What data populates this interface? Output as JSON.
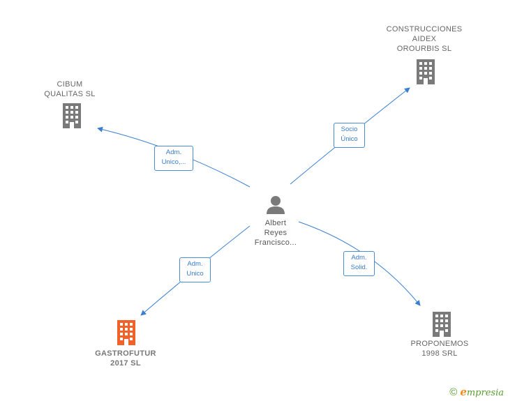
{
  "center": {
    "name": "Albert\nReyes\nFrancisco..."
  },
  "companies": [
    {
      "id": "cibum",
      "name": "CIBUM\nQUALITAS SL"
    },
    {
      "id": "construcciones",
      "name": "CONSTRUCCIONES\nAIDEX\nOROURBIS SL"
    },
    {
      "id": "gastrofutur",
      "name": "GASTROFUTUR\n2017 SL"
    },
    {
      "id": "proponemos",
      "name": "PROPONEMOS\n1998 SRL"
    }
  ],
  "relations": [
    {
      "to": "cibum",
      "label": "Adm.\nUnico,..."
    },
    {
      "to": "construcciones",
      "label": "Socio\nÚnico"
    },
    {
      "to": "gastrofutur",
      "label": "Adm.\nUnico"
    },
    {
      "to": "proponemos",
      "label": "Adm.\nSolid."
    }
  ],
  "colors": {
    "edge": "#3a7fd0",
    "building": "#7a7a7a",
    "focus_building": "#f0622a",
    "person": "#7a7a7a"
  },
  "footer": {
    "copyright": "©",
    "brand_initial": "e",
    "brand_rest": "mpresia"
  }
}
